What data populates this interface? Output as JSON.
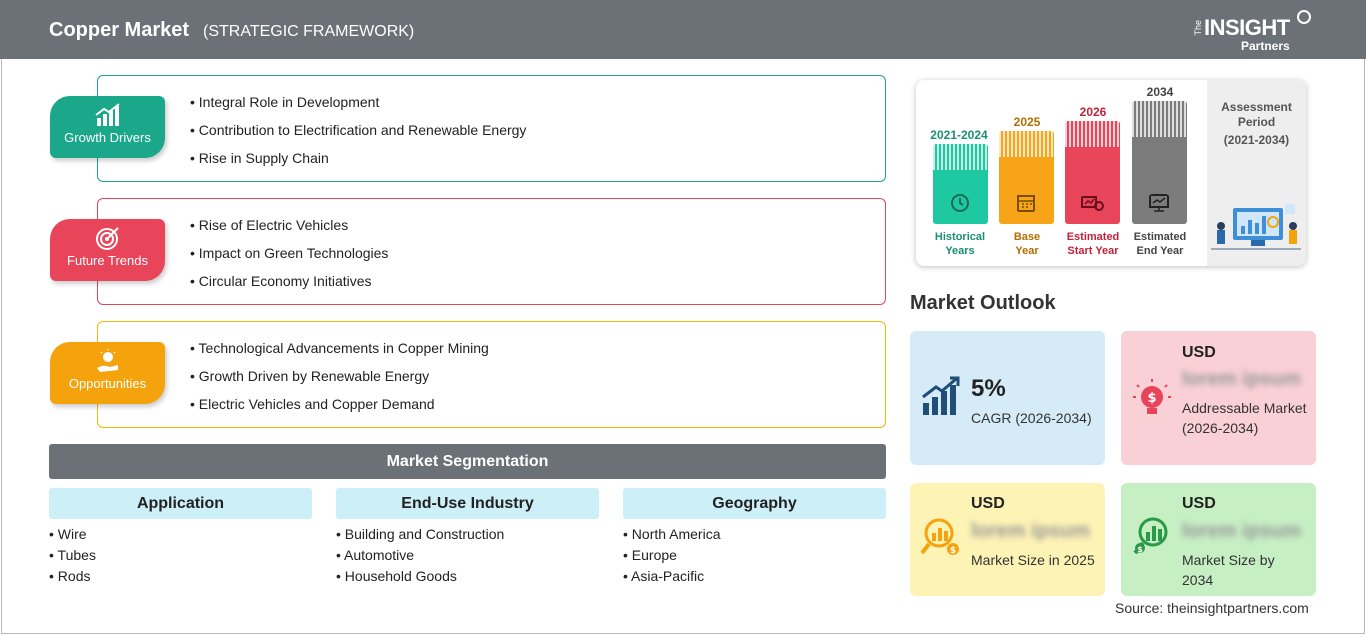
{
  "header": {
    "title": "Copper Market",
    "subtitle": "(STRATEGIC FRAMEWORK)",
    "logo_the": "The",
    "logo_insight": "INSIGHT",
    "logo_partners": "Partners"
  },
  "drivers": {
    "growth": {
      "label": "Growth Drivers",
      "color": "#1aa78a",
      "items": [
        "Integral Role in Development",
        "Contribution to Electrification and Renewable Energy",
        "Rise in Supply Chain"
      ]
    },
    "trends": {
      "label": "Future Trends",
      "color": "#e8445a",
      "items": [
        "Rise of Electric Vehicles",
        "Impact on Green Technologies",
        "Circular Economy Initiatives"
      ]
    },
    "opportunities": {
      "label": "Opportunities",
      "color": "#f5a30c",
      "items": [
        "Technological Advancements in Copper Mining",
        "Growth Driven by Renewable Energy",
        "Electric Vehicles and Copper Demand"
      ]
    }
  },
  "segmentation": {
    "title": "Market Segmentation",
    "columns": [
      {
        "head": "Application",
        "items": [
          "Wire",
          "Tubes",
          "Rods"
        ]
      },
      {
        "head": "End-Use Industry",
        "items": [
          "Building and Construction",
          "Automotive",
          "Household Goods"
        ]
      },
      {
        "head": "Geography",
        "items": [
          "North America",
          "Europe",
          "Asia-Pacific"
        ]
      }
    ]
  },
  "timeline": {
    "items": [
      {
        "year": "2021-2024",
        "label1": "Historical",
        "label2": "Years",
        "color": "#1ec8a0",
        "text_color": "#1a8f74",
        "icon": "history-icon"
      },
      {
        "year": "2025",
        "label1": "Base",
        "label2": "Year",
        "color": "#f7a418",
        "text_color": "#b06f00",
        "icon": "calendar-icon"
      },
      {
        "year": "2026",
        "label1": "Estimated",
        "label2": "Start Year",
        "color": "#e8445a",
        "text_color": "#c0233a",
        "icon": "chart-board-icon"
      },
      {
        "year": "2034",
        "label1": "Estimated",
        "label2": "End Year",
        "color": "#7c7c7c",
        "text_color": "#444444",
        "icon": "presentation-icon"
      }
    ],
    "assessment_title": "Assessment Period",
    "assessment_period": "(2021-2034)"
  },
  "outlook": {
    "title": "Market Outlook",
    "cagr": {
      "value": "5%",
      "label": "CAGR (2026-2034)",
      "color": "#d5ebf7"
    },
    "addressable": {
      "usd": "USD",
      "value": "lorem ipsum",
      "label": "Addressable Market (2026-2034)",
      "color": "#f9d0d6"
    },
    "size2025": {
      "usd": "USD",
      "value": "lorem ipsum",
      "label": "Market Size in 2025",
      "color": "#fdf3b5"
    },
    "size2034": {
      "usd": "USD",
      "value": "lorem ipsum",
      "label": "Market Size by 2034",
      "color": "#c6efc4"
    }
  },
  "source": "Source: theinsightpartners.com"
}
